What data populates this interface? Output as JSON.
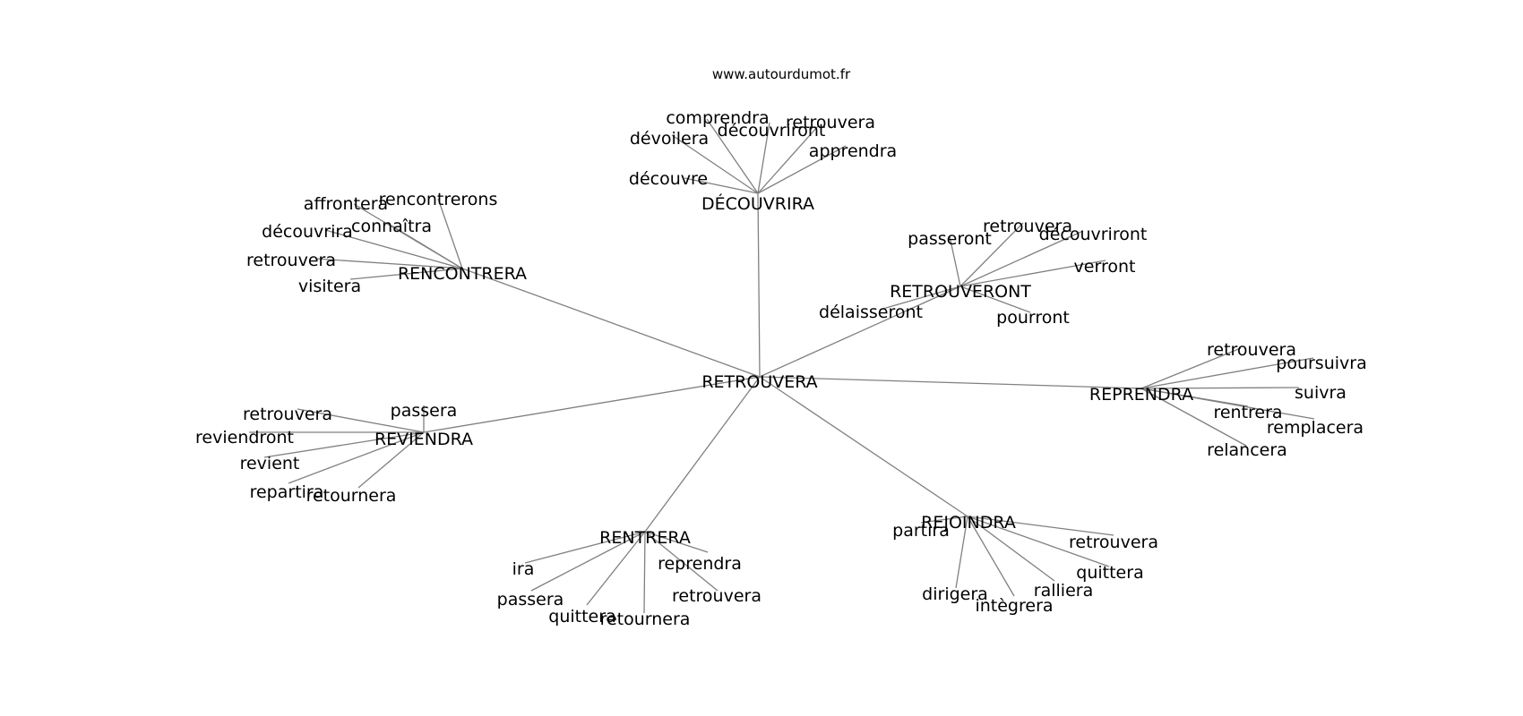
{
  "source": "www.autourdumot.fr",
  "edge_color": "#808080",
  "root": {
    "label": "RETROUVERA",
    "children": [
      {
        "label": "DÉCOUVRIRA",
        "children": [
          {
            "label": "comprendra"
          },
          {
            "label": "dévoilera"
          },
          {
            "label": "découvriront"
          },
          {
            "label": "retrouvera"
          },
          {
            "label": "apprendra"
          },
          {
            "label": "découvre"
          }
        ]
      },
      {
        "label": "RENCONTRERA",
        "children": [
          {
            "label": "affrontera"
          },
          {
            "label": "rencontrerons"
          },
          {
            "label": "connaîtra"
          },
          {
            "label": "découvrira"
          },
          {
            "label": "retrouvera"
          },
          {
            "label": "visitera"
          }
        ]
      },
      {
        "label": "RETROUVERONT",
        "children": [
          {
            "label": "passeront"
          },
          {
            "label": "retrouvera"
          },
          {
            "label": "découvriront"
          },
          {
            "label": "verront"
          },
          {
            "label": "délaisseront"
          },
          {
            "label": "pourront"
          }
        ]
      },
      {
        "label": "REPRENDRA",
        "children": [
          {
            "label": "retrouvera"
          },
          {
            "label": "poursuivra"
          },
          {
            "label": "suivra"
          },
          {
            "label": "rentrera"
          },
          {
            "label": "remplacera"
          },
          {
            "label": "relancera"
          }
        ]
      },
      {
        "label": "REVIENDRA",
        "children": [
          {
            "label": "passera"
          },
          {
            "label": "retrouvera"
          },
          {
            "label": "reviendront"
          },
          {
            "label": "revient"
          },
          {
            "label": "repartira"
          },
          {
            "label": "retournera"
          }
        ]
      },
      {
        "label": "RENTRERA",
        "children": [
          {
            "label": "ira"
          },
          {
            "label": "reprendra"
          },
          {
            "label": "passera"
          },
          {
            "label": "retrouvera"
          },
          {
            "label": "quittera"
          },
          {
            "label": "retournera"
          }
        ]
      },
      {
        "label": "REJOINDRA",
        "children": [
          {
            "label": "partira"
          },
          {
            "label": "retrouvera"
          },
          {
            "label": "quittera"
          },
          {
            "label": "dirigera"
          },
          {
            "label": "ralliera"
          },
          {
            "label": "intègrera"
          }
        ]
      }
    ]
  }
}
